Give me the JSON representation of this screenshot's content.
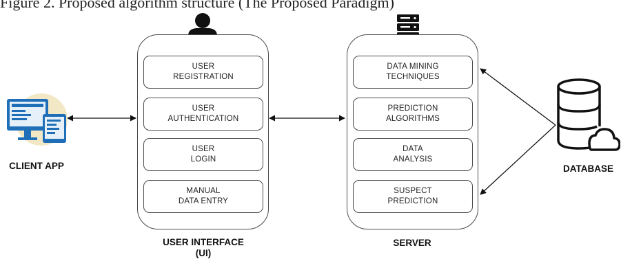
{
  "caption_fragment": "Figure 2.  Pro​posed algorithm structure (The Pro​posed Paradigm)",
  "client": {
    "label": "CLIENT APP",
    "icon": "monitor-and-tablet-icon"
  },
  "user_interface": {
    "label_line1": "USER INTERFACE",
    "label_line2": "(UI)",
    "icon": "user-silhouette-icon",
    "boxes": [
      {
        "line1": "USER",
        "line2": "REGISTRATION"
      },
      {
        "line1": "USER",
        "line2": "AUTHENTICATION"
      },
      {
        "line1": "USER",
        "line2": "LOGIN"
      },
      {
        "line1": "MANUAL",
        "line2": "DATA ENTRY"
      }
    ]
  },
  "server": {
    "label": "SERVER",
    "icon": "server-rack-icon",
    "boxes": [
      {
        "line1": "DATA MINING",
        "line2": "TECHNIQUES"
      },
      {
        "line1": "PREDICTION",
        "line2": "ALGORITHMS"
      },
      {
        "line1": "DATA",
        "line2": "ANALYSIS"
      },
      {
        "line1": "SUSPECT",
        "line2": "PREDICTION"
      }
    ]
  },
  "database": {
    "label": "DATABASE",
    "icon": "database-cloud-icon"
  },
  "colors": {
    "outline": "#4a4a4a",
    "monitor_blue": "#1f6fb8",
    "screen_light": "#e6f0f9",
    "icon_circle": "#f2e8c6",
    "dark": "#111111"
  }
}
